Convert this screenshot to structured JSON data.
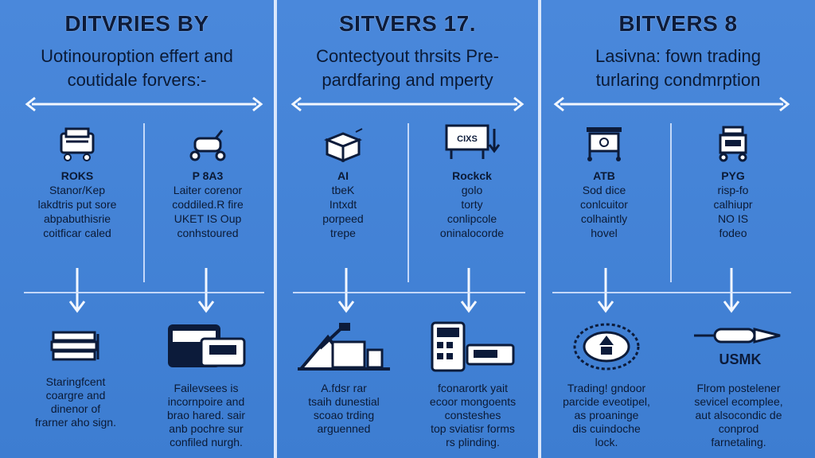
{
  "columns": [
    {
      "title": "DITVRIES BY",
      "subtitle": [
        "Uotinouroption effert and",
        "coutidale forvers:-"
      ],
      "cells": [
        {
          "head": "ROKS",
          "lines": [
            "Stanor/Kep",
            "lakdtris put sore",
            "abpabuthisrie",
            "coitficar caled"
          ]
        },
        {
          "head": "P 8A3",
          "lines": [
            "Laiter corenor",
            "coddiled.R fire",
            "UKET IS Oup",
            "conhstoured"
          ]
        }
      ],
      "bottom": [
        {
          "lines": [
            "Staringfcent",
            "coargre and",
            "dinenor of",
            "frarner aho sign."
          ]
        },
        {
          "lines": [
            "Failevsees is",
            "incornpoire and",
            "brao hared. sair",
            "anb pochre sur",
            "confiled nurgh."
          ]
        }
      ]
    },
    {
      "title": "SITVERS 17.",
      "subtitle": [
        "Contectyout thrsits  Pre-",
        "pardfaring and mperty"
      ],
      "cells": [
        {
          "head": "AI",
          "lines": [
            "tbeK",
            "Intxdt",
            "porpeed",
            "trepe"
          ]
        },
        {
          "head": "Rockck",
          "lines": [
            "golo",
            "torty",
            "conlipcole",
            "oninalocorde"
          ]
        }
      ],
      "bottom": [
        {
          "lines": [
            "A.fdsr rar",
            "tsaih dunestial",
            "scoao trding",
            "arguenned"
          ]
        },
        {
          "lines": [
            "fconarortk yait",
            "ecoor mongoents",
            "consteshes",
            "top sviatisr forms",
            "rs plinding."
          ]
        }
      ],
      "icon_text": "CIXS"
    },
    {
      "title": "BITVERS 8",
      "subtitle": [
        "Lasivna: fown trading",
        "turlaring condmrption"
      ],
      "cells": [
        {
          "head": "ATB",
          "lines": [
            "Sod dice",
            "conlcuitor",
            "colhaintly",
            "hovel"
          ]
        },
        {
          "head": "PYG",
          "lines": [
            "risp-fo",
            "calhiupr",
            "NO IS",
            "fodeo"
          ]
        }
      ],
      "bottom": [
        {
          "lines": [
            "Trading! gndoor",
            "parcide eveotipel,",
            "as proaninge",
            "dis cuindoche",
            "lock."
          ]
        },
        {
          "lines": [
            "Flrom postelener",
            "sevicel ecomplee,",
            "aut alsocondic de",
            "conprod",
            "farnetaling."
          ]
        }
      ],
      "icon_text": "USMK"
    }
  ],
  "colors": {
    "bg": "#3f7fd3",
    "ink": "#0c1b3a",
    "line": "#e6efff"
  }
}
